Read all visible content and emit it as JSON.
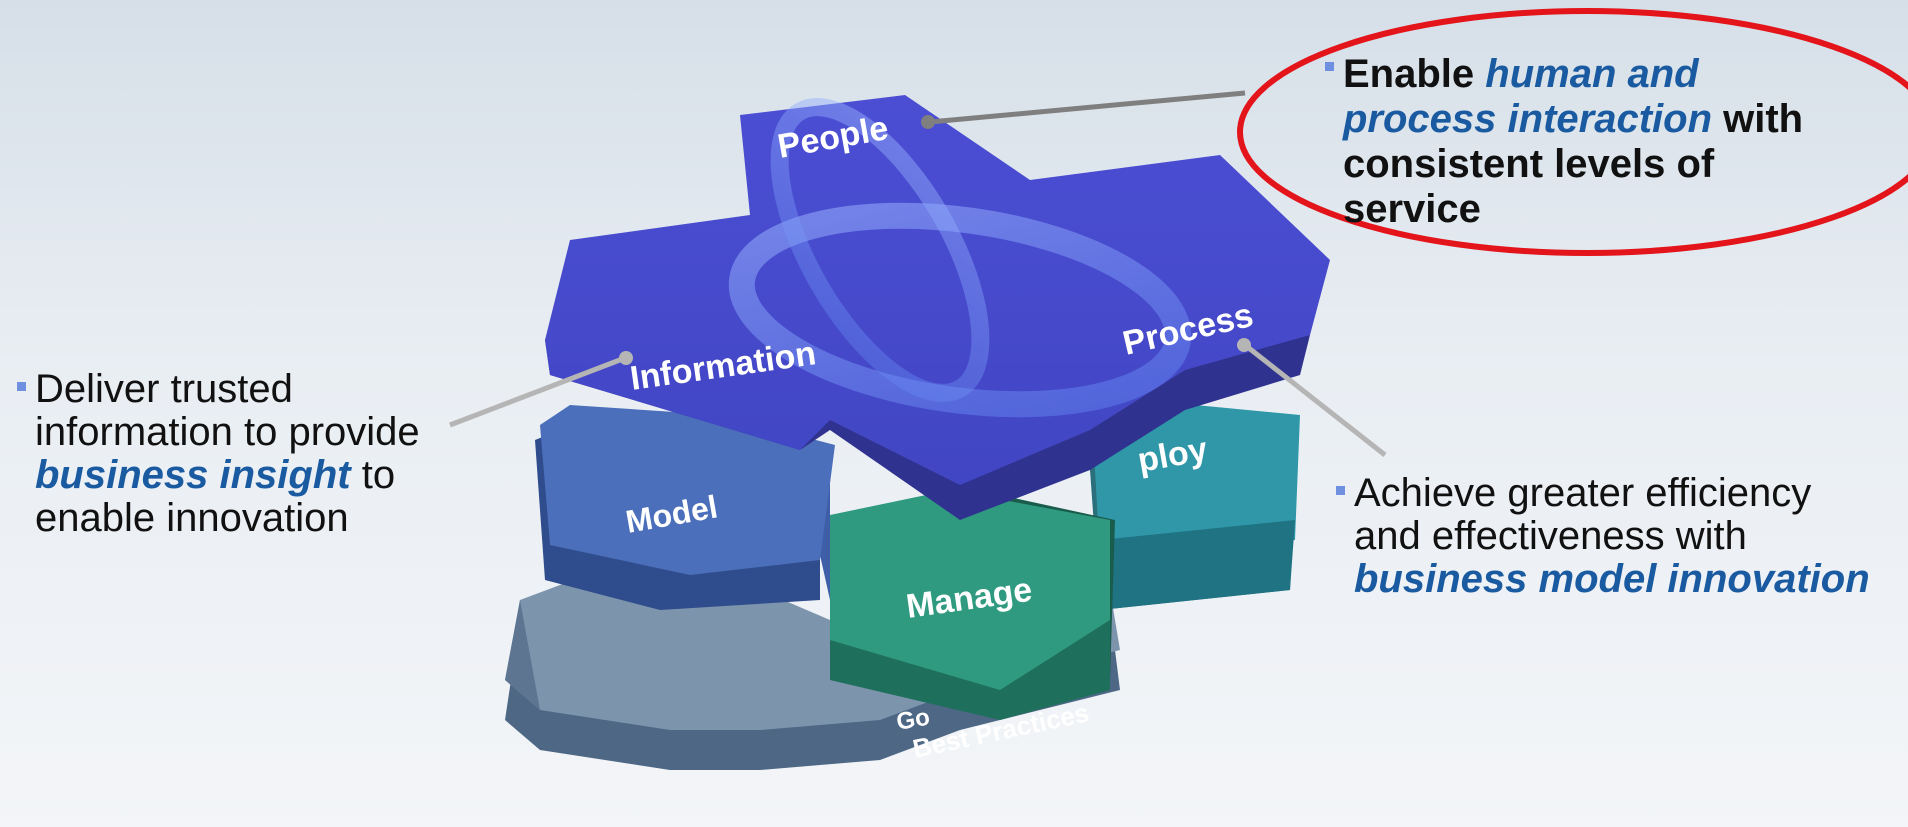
{
  "diagram": {
    "top_layer": {
      "labels": {
        "people": "People",
        "information": "Information",
        "process": "Process"
      }
    },
    "middle_layer": {
      "labels": {
        "model": "Model",
        "manage": "Manage",
        "deploy": "ploy"
      }
    },
    "bottom_layer": {
      "labels": {
        "go": "Go",
        "best_practices": "Best Practices"
      }
    },
    "colors": {
      "top": "#4a4fd0",
      "model": "#4b6fba",
      "manage": "#2f9a80",
      "deploy": "#2f97a8",
      "base": "#7d94ad",
      "highlight_ellipse": "#e4141b",
      "connector": "#8a8a8a",
      "emphasis_text": "#1a5aa0"
    }
  },
  "callouts": {
    "right_top": {
      "p1": "Enable ",
      "em": "human and process interaction",
      "p2": " with consistent levels of service"
    },
    "left": {
      "p1": "Deliver trusted information to provide ",
      "em": "business insight",
      "p2": " to enable innovation"
    },
    "right_bottom": {
      "p1": "Achieve greater efficiency and effectiveness with ",
      "em": "business model innovation"
    }
  }
}
